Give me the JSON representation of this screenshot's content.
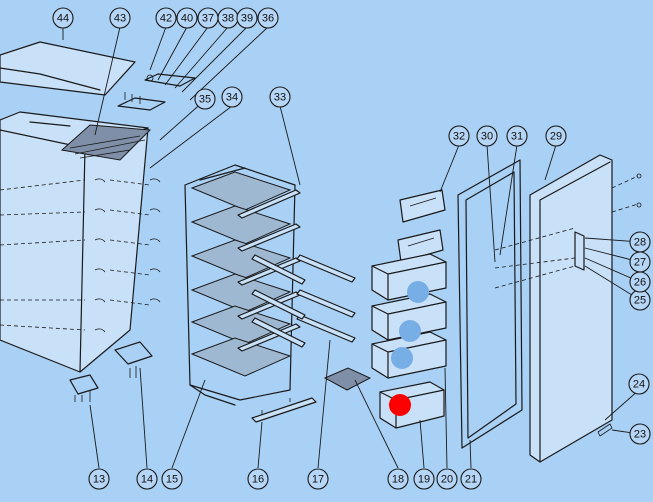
{
  "callouts": [
    {
      "id": "13",
      "label": "13"
    },
    {
      "id": "14",
      "label": "14"
    },
    {
      "id": "15",
      "label": "15"
    },
    {
      "id": "16",
      "label": "16"
    },
    {
      "id": "17",
      "label": "17"
    },
    {
      "id": "18",
      "label": "18"
    },
    {
      "id": "19",
      "label": "19"
    },
    {
      "id": "20",
      "label": "20"
    },
    {
      "id": "21",
      "label": "21"
    },
    {
      "id": "23",
      "label": "23"
    },
    {
      "id": "24",
      "label": "24"
    },
    {
      "id": "25",
      "label": "25"
    },
    {
      "id": "26",
      "label": "26"
    },
    {
      "id": "27",
      "label": "27"
    },
    {
      "id": "28",
      "label": "28"
    },
    {
      "id": "29",
      "label": "29"
    },
    {
      "id": "30",
      "label": "30"
    },
    {
      "id": "31",
      "label": "31"
    },
    {
      "id": "32",
      "label": "32"
    },
    {
      "id": "33",
      "label": "33"
    },
    {
      "id": "34",
      "label": "34"
    },
    {
      "id": "35",
      "label": "35"
    },
    {
      "id": "36",
      "label": "36"
    },
    {
      "id": "37",
      "label": "37"
    },
    {
      "id": "38",
      "label": "38"
    },
    {
      "id": "39",
      "label": "39"
    },
    {
      "id": "40",
      "label": "40"
    },
    {
      "id": "42",
      "label": "42"
    },
    {
      "id": "43",
      "label": "43"
    },
    {
      "id": "44",
      "label": "44"
    }
  ],
  "markers": [
    {
      "id": "marker-1",
      "color": "#78aee6"
    },
    {
      "id": "marker-2",
      "color": "#78aee6"
    },
    {
      "id": "marker-3",
      "color": "#78aee6"
    },
    {
      "id": "marker-4",
      "color": "#ff0000"
    }
  ]
}
